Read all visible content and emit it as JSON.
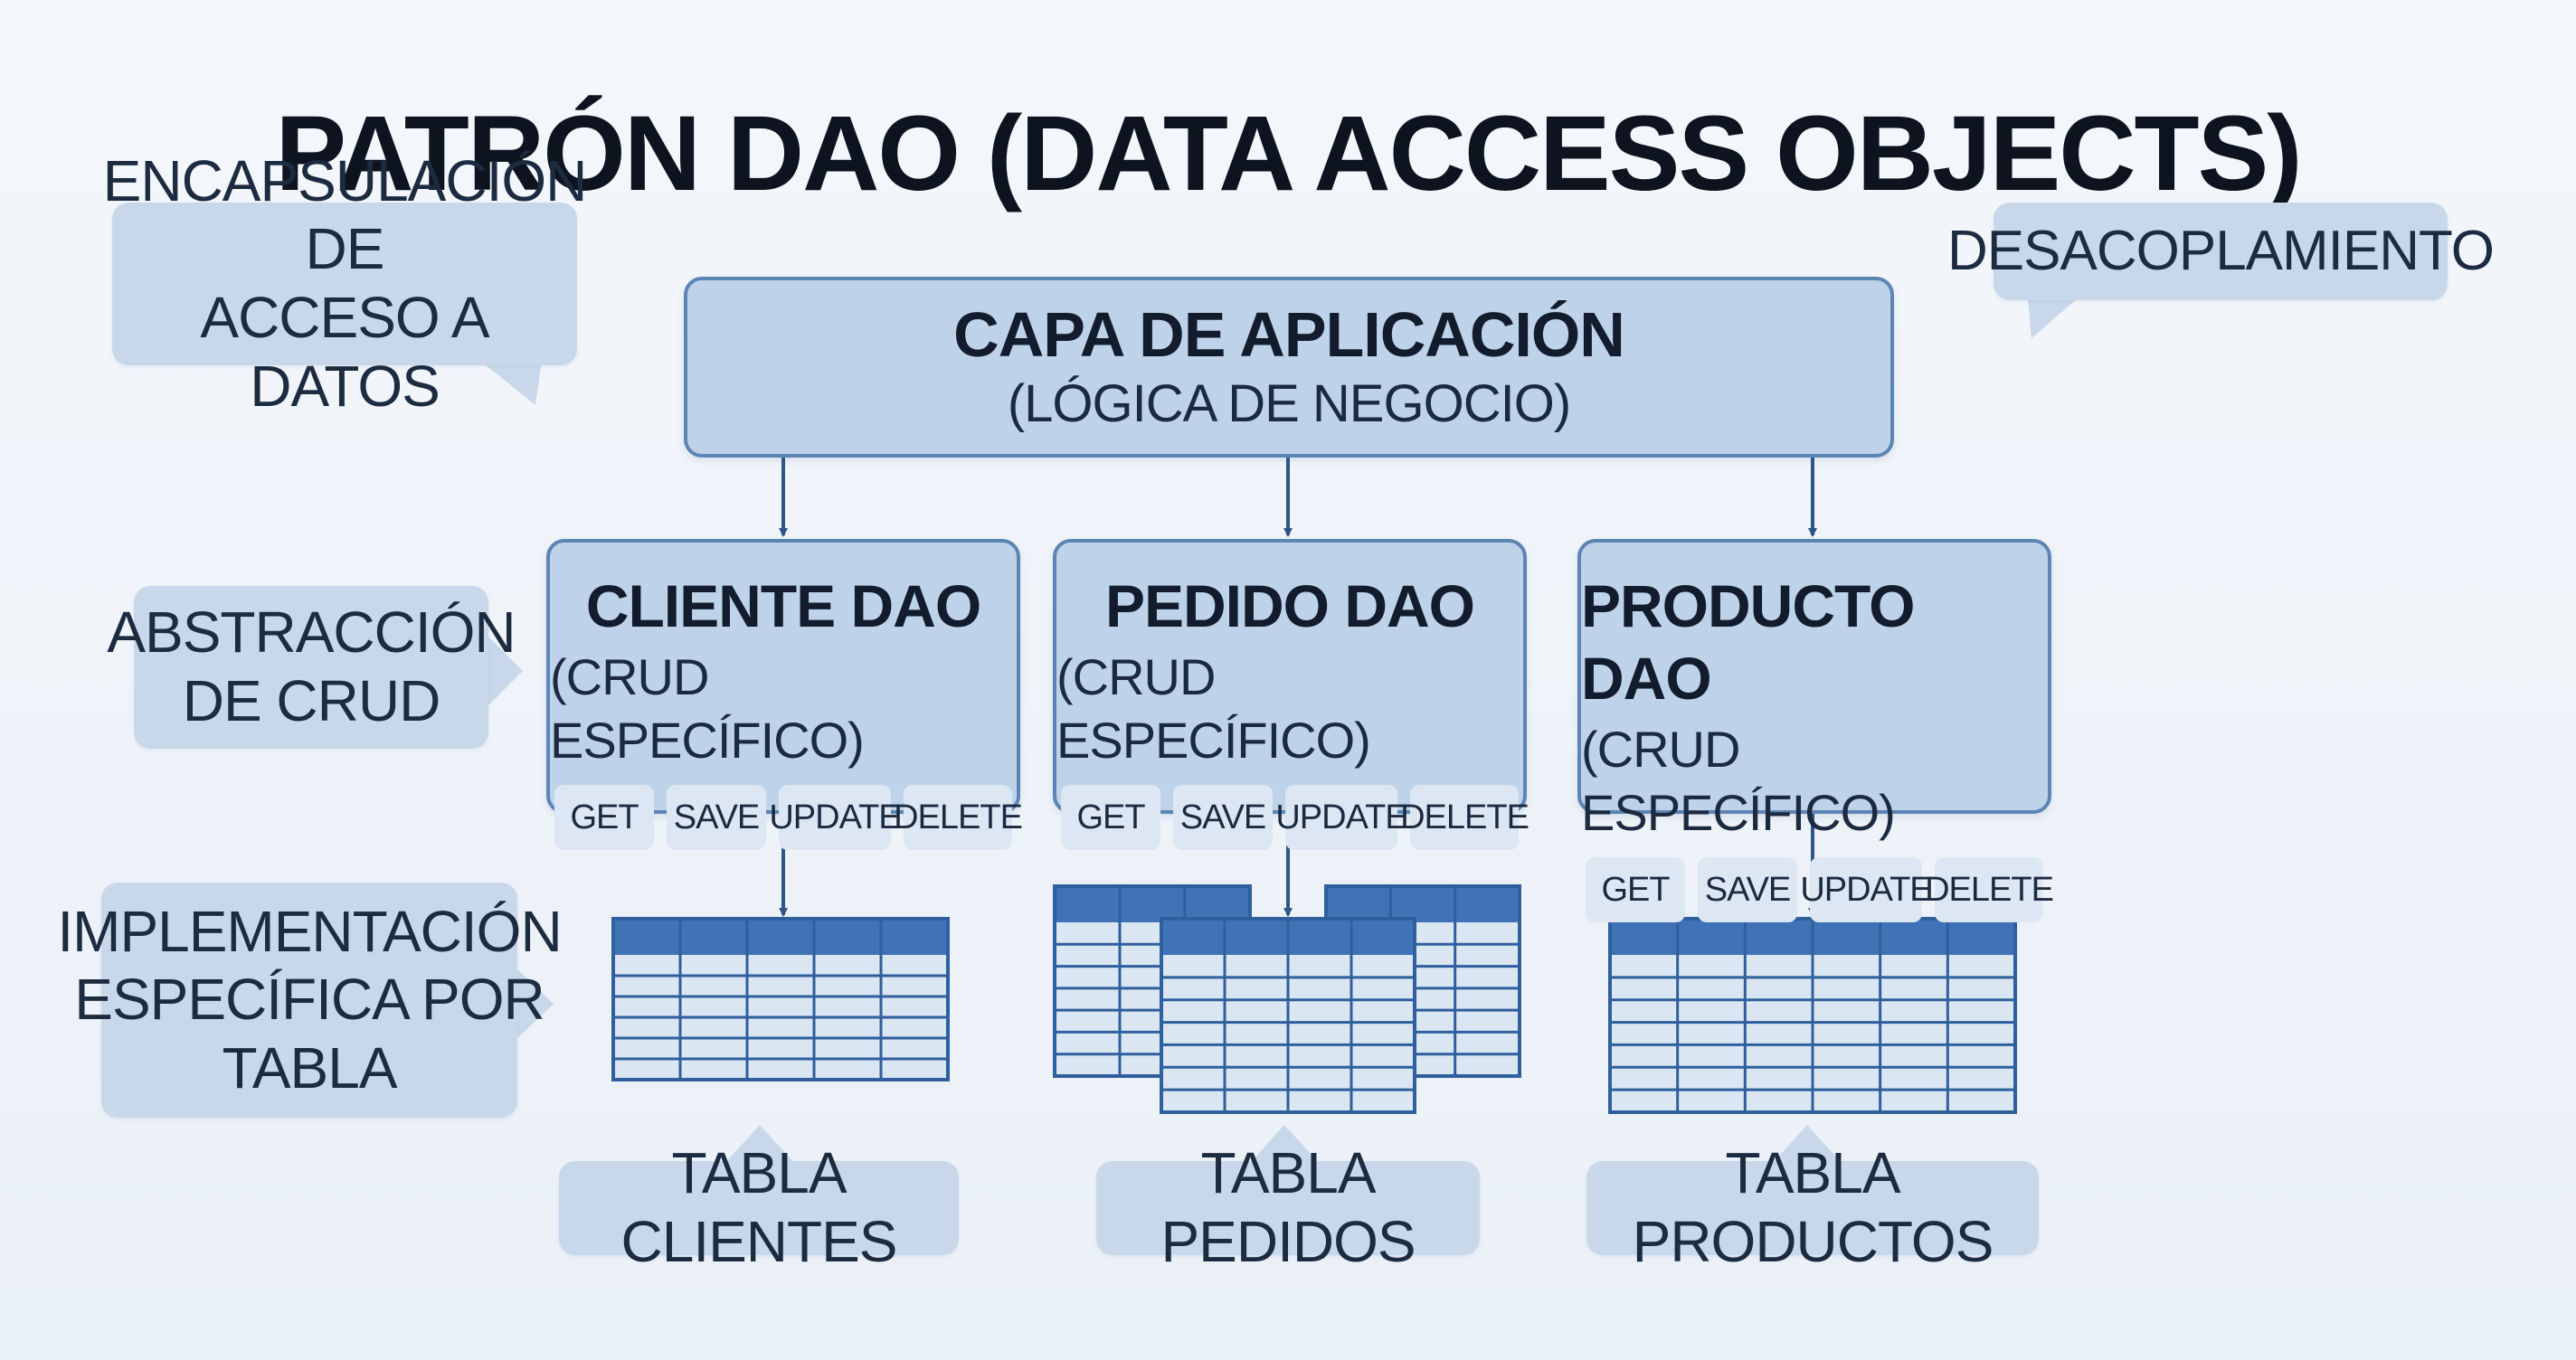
{
  "title": "PATRÓN DAO (DATA ACCESS OBJECTS)",
  "callouts": {
    "encapsulation": "ENCAPSULACIÓN DE\nACCESO A DATOS",
    "decoupling": "DESACOPLAMIENTO",
    "abstraction": "ABSTRACCIÓN\nDE CRUD",
    "implementation": "IMPLEMENTACIÓN\nESPECÍFICA POR\nTABLA"
  },
  "app_layer": {
    "title": "CAPA DE APLICACIÓN",
    "subtitle": "(LÓGICA DE NEGOCIO)"
  },
  "daos": [
    {
      "title": "CLIENTE DAO",
      "subtitle": "(CRUD ESPECÍFICO)",
      "ops": [
        "GET",
        "SAVE",
        "UPDATE",
        "DELETE"
      ]
    },
    {
      "title": "PEDIDO DAO",
      "subtitle": "(CRUD ESPECÍFICO)",
      "ops": [
        "GET",
        "SAVE",
        "UPDATE",
        "DELETE"
      ]
    },
    {
      "title": "PRODUCTO DAO",
      "subtitle": "(CRUD ESPECÍFICO)",
      "ops": [
        "GET",
        "SAVE",
        "UPDATE",
        "DELETE"
      ]
    }
  ],
  "tables": [
    {
      "label": "TABLA CLIENTES"
    },
    {
      "label": "TABLA PEDIDOS"
    },
    {
      "label": "TABLA PRODUCTOS"
    }
  ],
  "colors": {
    "box_fill": "#bed3ea",
    "box_border": "#5d85b4",
    "callout_fill": "#c8d8ea",
    "table_header": "#3f73b6",
    "arrow": "#2e5684"
  }
}
